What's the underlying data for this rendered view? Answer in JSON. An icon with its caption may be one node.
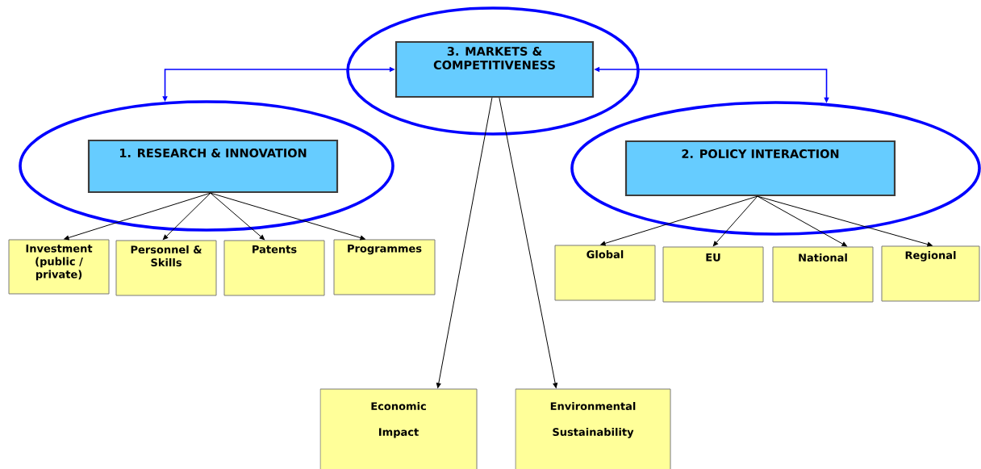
{
  "diagram": {
    "nodes": [
      {
        "text": [],
        "shape": "ellipse"
      },
      {
        "text": [
          "3. MARKETS & COMPETITIVENESS"
        ],
        "in": 0
      },
      {
        "text": [],
        "shape": "ellipse"
      },
      {
        "text": [
          "1. RESEARCH & INNOVATION"
        ],
        "in": 2
      },
      {
        "text": [],
        "shape": "ellipse"
      },
      {
        "text": [
          "2. POLICY INTERACTION"
        ],
        "in": 4
      },
      {
        "text": [
          "Investment (public / private)"
        ]
      },
      {
        "text": [
          "Personnel & Skills"
        ]
      },
      {
        "text": [
          "Patents"
        ]
      },
      {
        "text": [
          "Programmes"
        ]
      },
      {
        "text": [
          "Global"
        ]
      },
      {
        "text": [
          "EU"
        ]
      },
      {
        "text": [
          "National"
        ]
      },
      {
        "text": [
          "Regional"
        ]
      },
      {
        "text": [
          "Economic Impact"
        ]
      },
      {
        "text": [
          "Environmental Sustainability"
        ]
      }
    ],
    "edges": [
      {
        "from": 1,
        "to": 2,
        "arrow": "both",
        "color": "#0000ff"
      },
      {
        "from": 1,
        "to": 4,
        "arrow": "both",
        "color": "#0000ff"
      },
      {
        "from": 3,
        "to": 6,
        "arrow": "to"
      },
      {
        "from": 3,
        "to": 7,
        "arrow": "to"
      },
      {
        "from": 3,
        "to": 8,
        "arrow": "to"
      },
      {
        "from": 3,
        "to": 9,
        "arrow": "to"
      },
      {
        "from": 5,
        "to": 10,
        "arrow": "to"
      },
      {
        "from": 5,
        "to": 11,
        "arrow": "to"
      },
      {
        "from": 5,
        "to": 12,
        "arrow": "to"
      },
      {
        "from": 5,
        "to": 13,
        "arrow": "to"
      },
      {
        "from": 1,
        "to": 14,
        "arrow": "to"
      },
      {
        "from": 1,
        "to": 15,
        "arrow": "to"
      }
    ]
  }
}
